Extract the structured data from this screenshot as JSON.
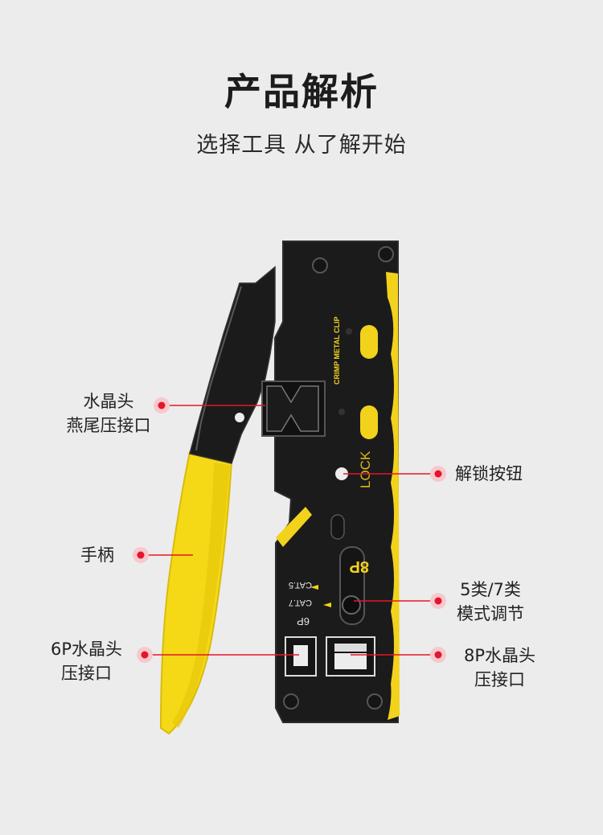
{
  "header": {
    "title": "产品解析",
    "subtitle": "选择工具 从了解开始"
  },
  "tool": {
    "printed_text": {
      "crimp_metal_clip": "CRIMP METAL CLIP",
      "lock": "LOCK",
      "cat5": "CAT.5",
      "cat7": "CAT.7",
      "p8": "8P",
      "p6": "6P"
    },
    "colors": {
      "body": "#1b1b1b",
      "body_edge": "#2c2c2c",
      "accent_yellow": "#f2d21b",
      "handle_yellow": "#f5d916",
      "marker_red": "#e3162b"
    }
  },
  "callouts": {
    "connector_dovetail": {
      "line1": "水晶头",
      "line2": "燕尾压接口"
    },
    "unlock_button": {
      "line1": "解锁按钮"
    },
    "handle": {
      "line1": "手柄"
    },
    "mode_adjust": {
      "line1": "5类/7类",
      "line2": "模式调节"
    },
    "crimp_6p": {
      "line1": "6P水晶头",
      "line2": "压接口"
    },
    "crimp_8p": {
      "line1": "8P水晶头",
      "line2": "压接口"
    }
  }
}
